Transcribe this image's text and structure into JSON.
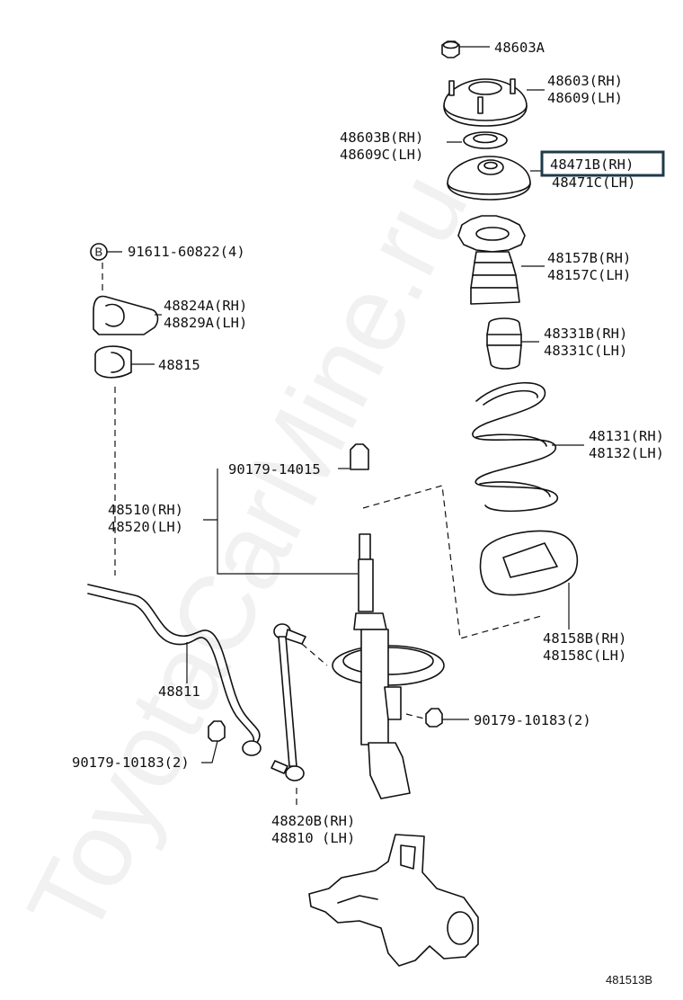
{
  "watermark": "ToyotaCarMine.ru",
  "figure_id": "481513B",
  "callouts": {
    "nut_top": "48603A",
    "support_rh": "48603(RH)",
    "support_lh": "48609(LH)",
    "bearing_rh": "48603B(RH)",
    "bearing_lh": "48609C(LH)",
    "seat_rh": "48471B(RH)",
    "seat_lh": "48471C(LH)",
    "boot_rh": "48157B(RH)",
    "boot_lh": "48157C(LH)",
    "bumper_rh": "48331B(RH)",
    "bumper_lh": "48331C(LH)",
    "spring_rh": "48131(RH)",
    "spring_lh": "48132(LH)",
    "insulator_rh": "48158B(RH)",
    "insulator_lh": "48158C(LH)",
    "bolt_b_badge": "B",
    "bolt_b": "91611-60822(4)",
    "bracket_rh": "48824A(RH)",
    "bracket_lh": "48829A(LH)",
    "bushing": "48815",
    "strut_nut": "90179-14015",
    "strut_rh": "48510(RH)",
    "strut_lh": "48520(LH)",
    "stab_bar": "48811",
    "nut_left": "90179-10183(2)",
    "nut_right": "90179-10183(2)",
    "link_rh": "48820B(RH)",
    "link_lh": "48810  (LH)"
  },
  "highlight": {
    "part": "48471B(RH)",
    "color": "#1f3a4a"
  }
}
